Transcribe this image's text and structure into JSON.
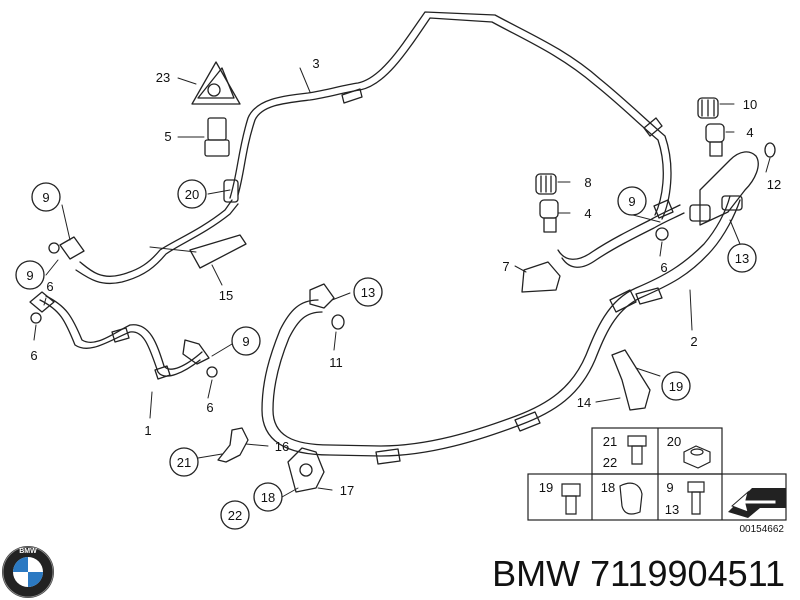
{
  "callouts": {
    "c1": "1",
    "c2": "2",
    "c3": "3",
    "c4a": "4",
    "c4b": "4",
    "c5": "5",
    "c6a": "6",
    "c6b": "6",
    "c6c": "6",
    "c6d": "6",
    "c7": "7",
    "c8": "8",
    "c9a": "9",
    "c9b": "9",
    "c9c": "9",
    "c9d": "9",
    "c10": "10",
    "c11": "11",
    "c12": "12",
    "c13a": "13",
    "c13b": "13",
    "c14": "14",
    "c15": "15",
    "c16": "16",
    "c17": "17",
    "c18": "18",
    "c19": "19",
    "c20": "20",
    "c21": "21",
    "c22": "22",
    "c23": "23"
  },
  "legend_box": {
    "r1_a": "21",
    "r1_b": "22",
    "r1_c": "20",
    "r2_a": "19",
    "r2_b": "18",
    "r2_c": "9",
    "r2_d": "13"
  },
  "reference_number": "00154662",
  "caption": "BMW 7119904511",
  "colors": {
    "line": "#222222",
    "background": "#ffffff"
  }
}
